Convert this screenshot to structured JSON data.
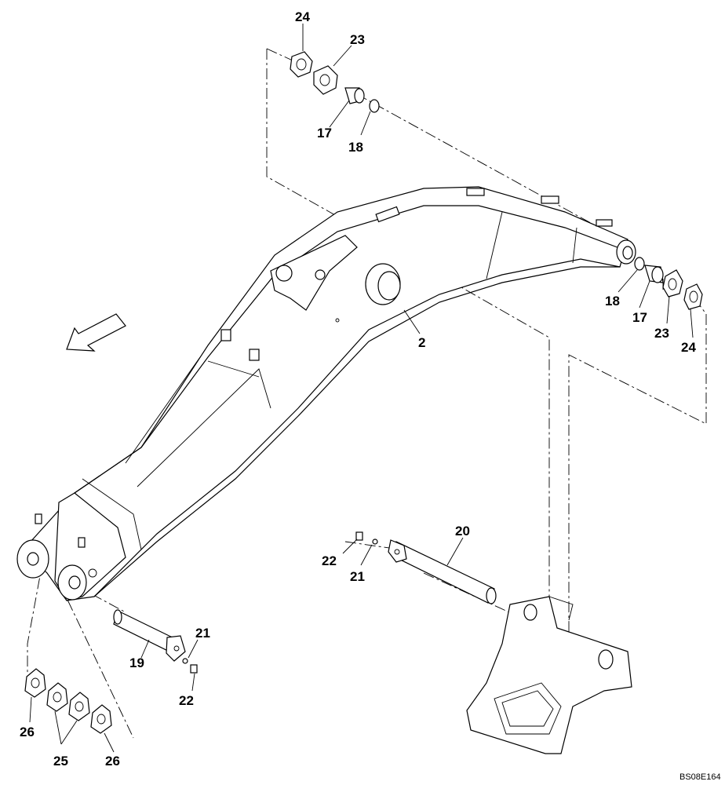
{
  "callouts": {
    "c24_top": "24",
    "c23_top": "23",
    "c17_top": "17",
    "c18_top": "18",
    "c2": "2",
    "c18_right": "18",
    "c17_right": "17",
    "c23_right": "23",
    "c24_right": "24",
    "c20": "20",
    "c22_mid": "22",
    "c21_mid": "21",
    "c21_low": "21",
    "c19": "19",
    "c22_low": "22",
    "c26_left": "26",
    "c25": "25",
    "c26_right": "26"
  },
  "drawing_code": "BS08E164"
}
